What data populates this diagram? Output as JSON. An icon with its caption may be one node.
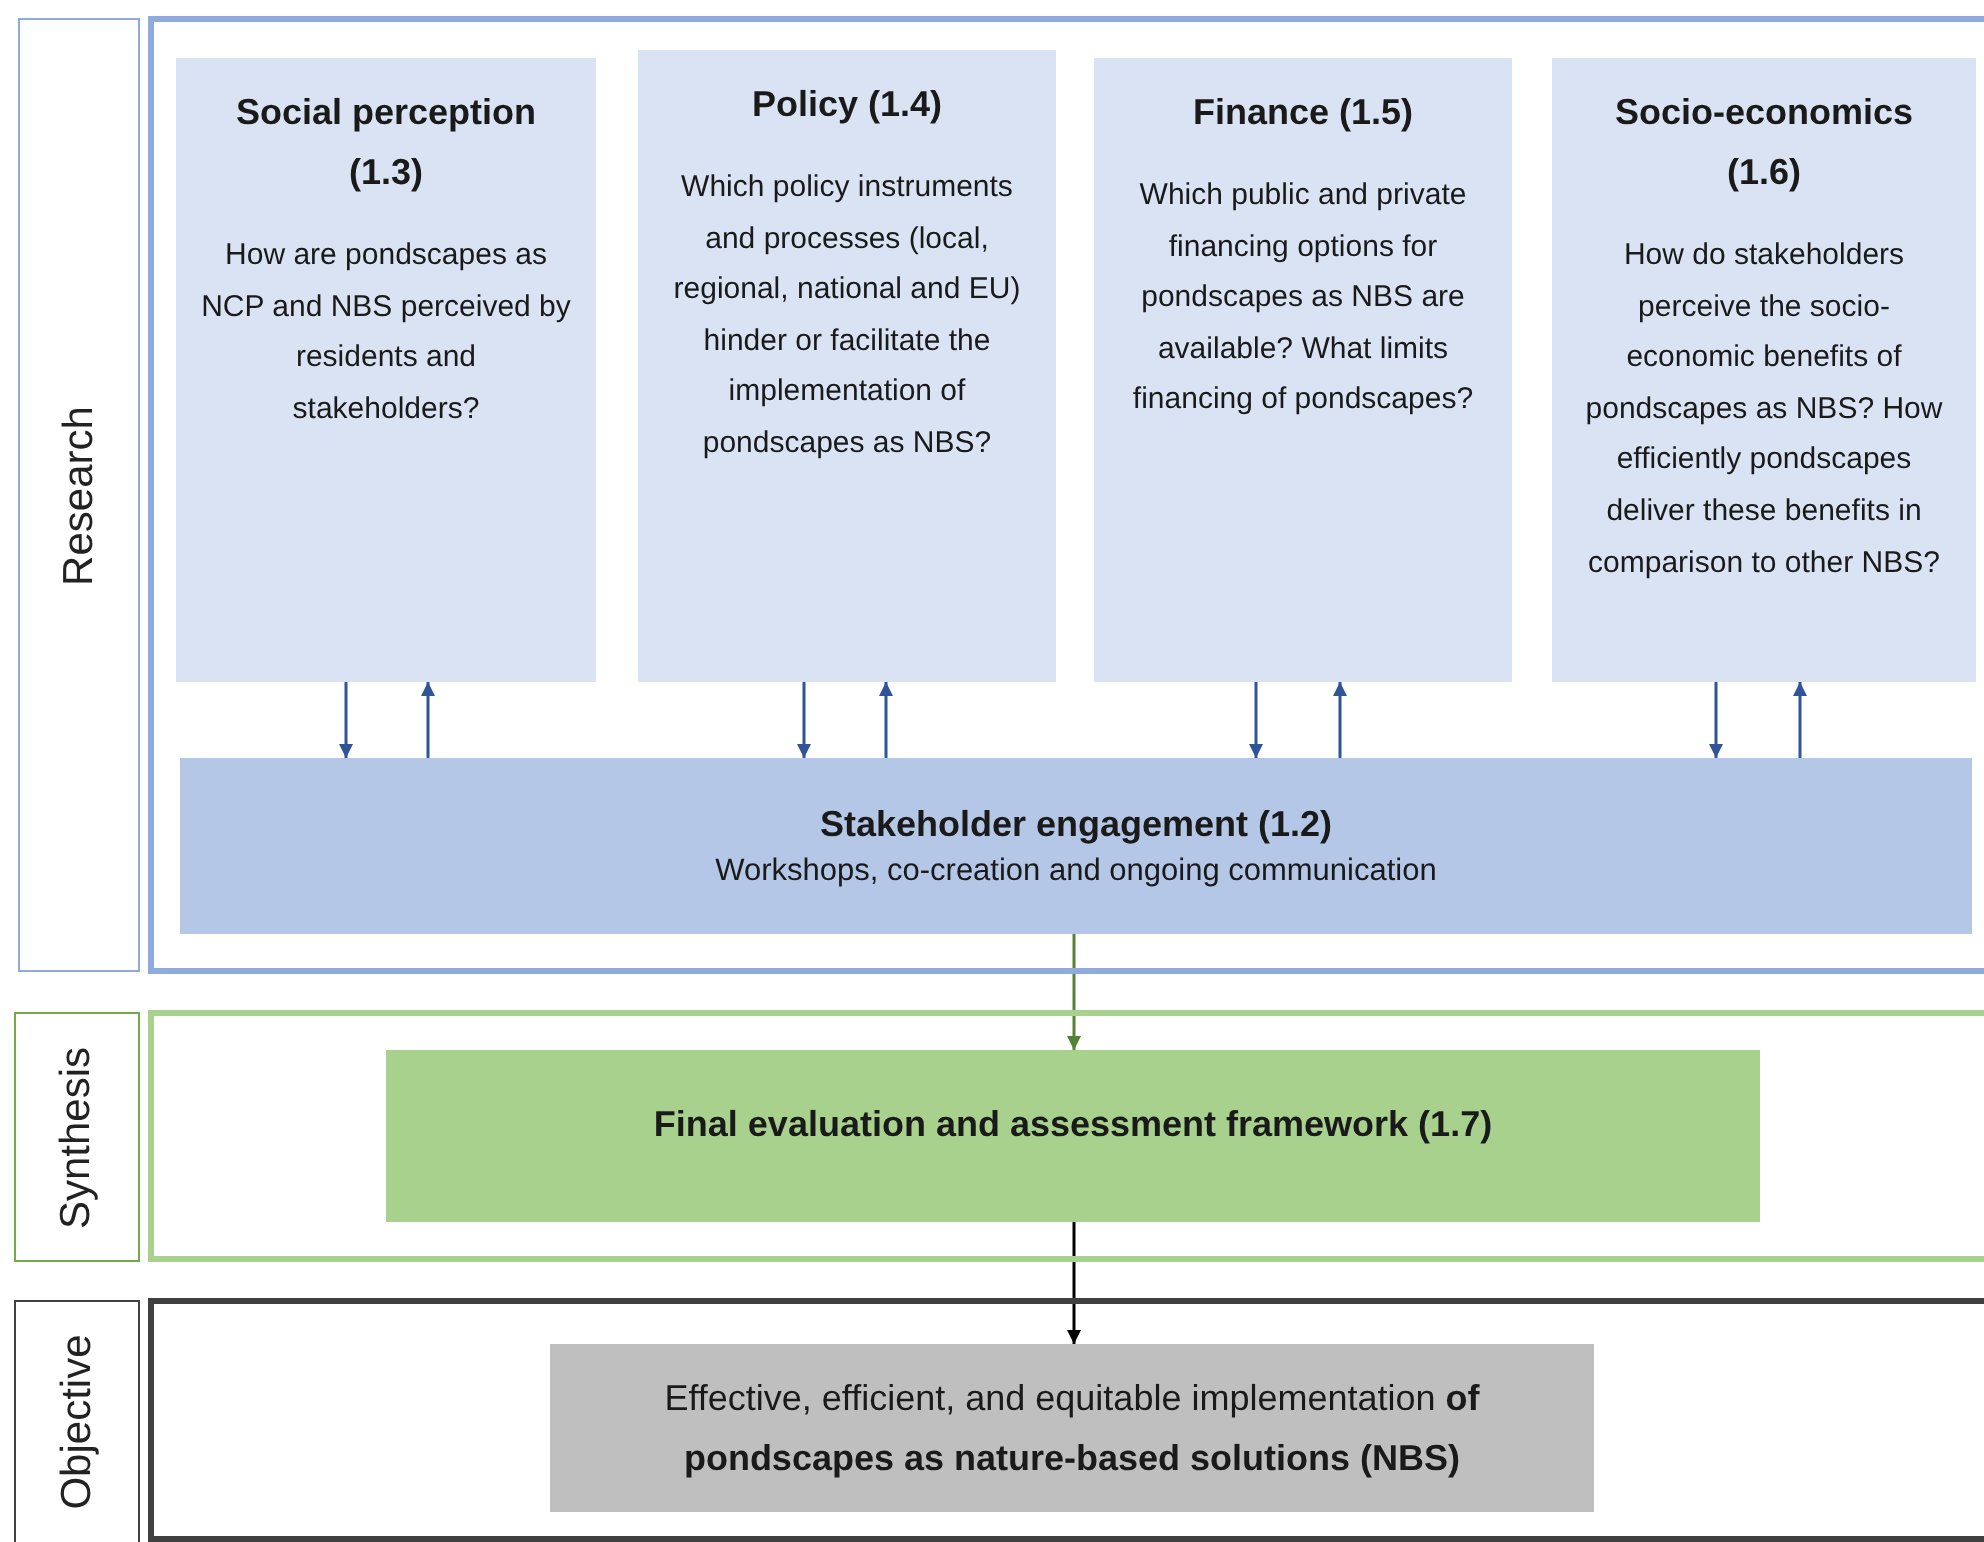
{
  "diagram": {
    "nodes": [
      {
        "text": [
          "Research"
        ]
      },
      {
        "text": [],
        "shape": "box"
      },
      {
        "text": [
          "Social perception (1.3)",
          "How are pondscapes as NCP and NBS perceived by residents and stakeholders?"
        ],
        "in": 1
      },
      {
        "text": [
          "Policy (1.4)",
          "Which policy instruments and processes (local, regional, national and EU) hinder or facilitate the implementation of pondscapes as NBS?"
        ],
        "in": 1
      },
      {
        "text": [
          "Finance (1.5)",
          "Which public and private financing options for pondscapes as NBS are available? What limits financing of pondscapes?"
        ],
        "in": 1
      },
      {
        "text": [
          "Socio-economics (1.6)",
          "How do stakeholders perceive the socio-economic benefits of pondscapes as NBS? How efficiently pondscapes deliver these benefits in comparison to other NBS?"
        ],
        "in": 1
      },
      {
        "text": [
          "Stakeholder engagement (1.2)",
          "Workshops, co-creation and ongoing communication"
        ],
        "in": 1
      },
      {
        "text": [
          "Synthesis"
        ]
      },
      {
        "text": [],
        "shape": "box"
      },
      {
        "text": [
          "Final evaluation and assessment framework (1.7)"
        ],
        "in": 8
      },
      {
        "text": [
          "Objective"
        ]
      },
      {
        "text": [],
        "shape": "box"
      },
      {
        "text": [
          "Effective, efficient, and equitable implementation **of pondscapes as nature-based solutions (NBS)**"
        ],
        "in": 11
      }
    ],
    "edges": [
      {
        "from": 2,
        "to": 6,
        "arrow": "to"
      },
      {
        "from": 6,
        "to": 2,
        "arrow": "to"
      },
      {
        "from": 3,
        "to": 6,
        "arrow": "to"
      },
      {
        "from": 6,
        "to": 3,
        "arrow": "to"
      },
      {
        "from": 4,
        "to": 6,
        "arrow": "to"
      },
      {
        "from": 6,
        "to": 4,
        "arrow": "to"
      },
      {
        "from": 5,
        "to": 6,
        "arrow": "to"
      },
      {
        "from": 6,
        "to": 5,
        "arrow": "to"
      },
      {
        "from": 6,
        "to": 9,
        "arrow": "to",
        "color": "#548235"
      },
      {
        "from": 9,
        "to": 12,
        "arrow": "to",
        "color": "#000000"
      }
    ]
  }
}
